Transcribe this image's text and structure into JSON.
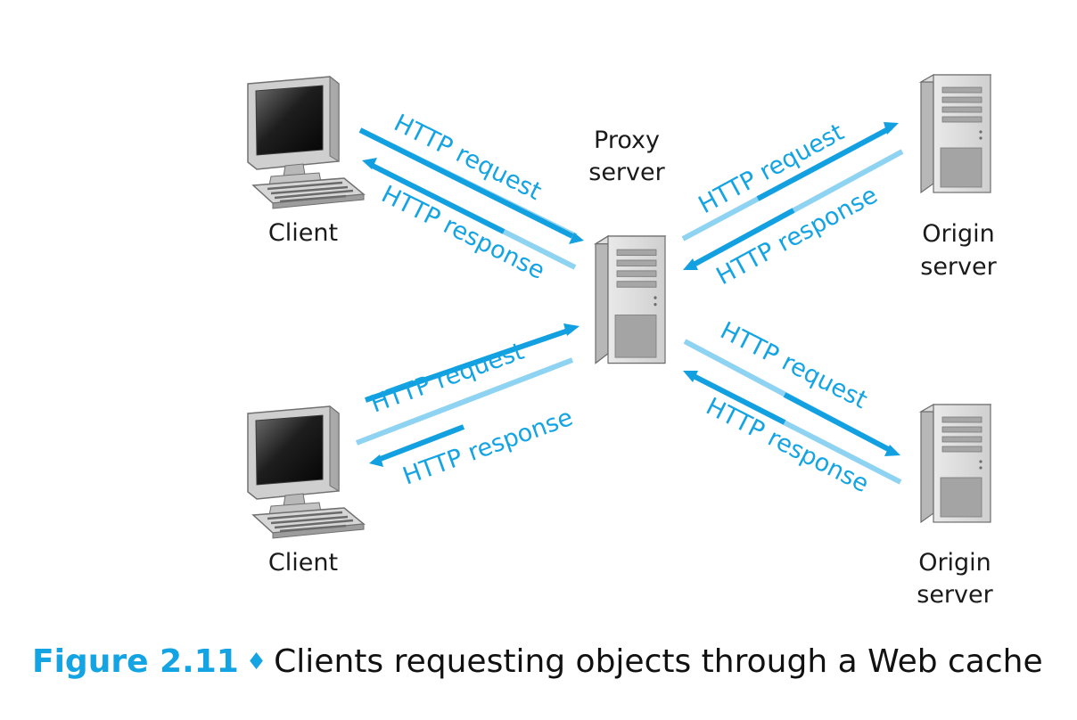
{
  "nodes": {
    "proxy": {
      "line1": "Proxy",
      "line2": "server"
    },
    "client_top": {
      "label": "Client"
    },
    "client_bottom": {
      "label": "Client"
    },
    "origin_top": {
      "line1": "Origin",
      "line2": "server"
    },
    "origin_bottom": {
      "line1": "Origin",
      "line2": "server"
    }
  },
  "arrows": {
    "request_label": "HTTP request",
    "response_label": "HTTP response"
  },
  "caption": {
    "figure_number": "Figure 2.11",
    "separator": "♦",
    "text": "Clients requesting objects through a Web cache"
  },
  "colors": {
    "request_arrow": "#13a0e0",
    "response_arrow": "#8fd3f2",
    "label_text": "#14a4e3",
    "caption_accent": "#14a4e3"
  }
}
